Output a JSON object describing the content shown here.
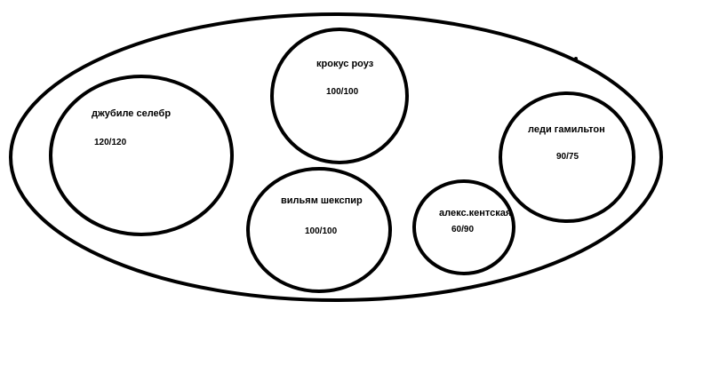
{
  "diagram": {
    "line_color": "#000000",
    "background_color": "#ffffff",
    "circles": [
      {
        "label": "джубиле селебр",
        "value": "120/120"
      },
      {
        "label": "крокус роуз",
        "value": "100/100"
      },
      {
        "label": "вильям шекспир",
        "value": "100/100"
      },
      {
        "label": "алекс.кентская",
        "value": "60/90"
      },
      {
        "label": "леди гамильтон",
        "value": "90/75"
      }
    ]
  }
}
